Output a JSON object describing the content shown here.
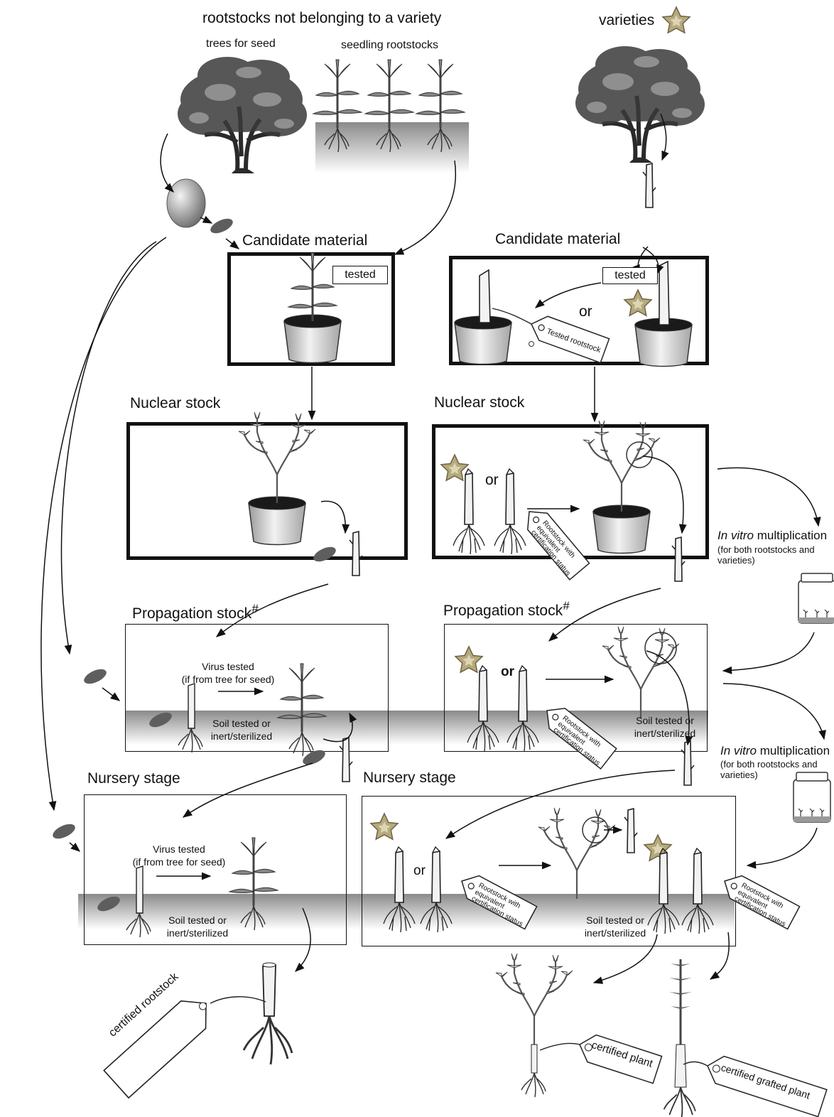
{
  "titles": {
    "rootstocks": "rootstocks not belonging to a variety",
    "trees_for_seed": "trees for seed",
    "seedling_rootstocks": "seedling rootstocks",
    "varieties": "varieties"
  },
  "stages": {
    "candidate_left": "Candidate material",
    "candidate_right": "Candidate material",
    "nuclear_left": "Nuclear stock",
    "nuclear_right": "Nuclear stock",
    "propagation_left": "Propagation stock",
    "propagation_right": "Propagation stock",
    "propagation_mark": "#",
    "nursery_left": "Nursery stage",
    "nursery_right": "Nursery stage"
  },
  "labels": {
    "tested": "tested",
    "or": "or",
    "tested_rootstock": "Tested rootstock",
    "rootstock_equivalent_1": "Rootstock with",
    "rootstock_equivalent_2": "equivalent",
    "rootstock_equivalent_3": "certification status",
    "virus_tested_1": "Virus tested",
    "virus_tested_2": "(if from tree for seed)",
    "soil_tested_1": "Soil tested or",
    "soil_tested_2": "inert/sterilized",
    "in_vitro_italic": "In vitro",
    "in_vitro_rest": " multiplication",
    "in_vitro_note_1": "(for both rootstocks and",
    "in_vitro_note_2": "varieties)",
    "certified_rootstock": "certified rootstock",
    "certified_plant": "certified plant",
    "certified_grafted_plant": "certified grafted plant"
  },
  "colors": {
    "star": "#b5a97d",
    "star_outline": "#6e6443",
    "seed": "#5e5e5e",
    "soil_top": "#8a8a8a"
  },
  "icons": [
    "tree-icon",
    "seedling-icon",
    "seed-icon",
    "cutting-icon",
    "pot-icon",
    "star-icon",
    "jar-icon",
    "tag-icon"
  ]
}
